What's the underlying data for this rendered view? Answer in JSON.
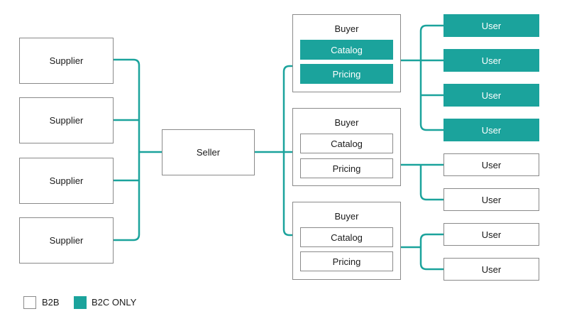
{
  "suppliers": [
    "Supplier",
    "Supplier",
    "Supplier",
    "Supplier"
  ],
  "seller": "Seller",
  "buyers": [
    {
      "title": "Buyer",
      "catalog": "Catalog",
      "pricing": "Pricing",
      "b2c_only": true
    },
    {
      "title": "Buyer",
      "catalog": "Catalog",
      "pricing": "Pricing",
      "b2c_only": false
    },
    {
      "title": "Buyer",
      "catalog": "Catalog",
      "pricing": "Pricing",
      "b2c_only": false
    }
  ],
  "users": [
    {
      "label": "User",
      "b2c_only": true
    },
    {
      "label": "User",
      "b2c_only": true
    },
    {
      "label": "User",
      "b2c_only": true
    },
    {
      "label": "User",
      "b2c_only": true
    },
    {
      "label": "User",
      "b2c_only": false
    },
    {
      "label": "User",
      "b2c_only": false
    },
    {
      "label": "User",
      "b2c_only": false
    },
    {
      "label": "User",
      "b2c_only": false
    }
  ],
  "legend": {
    "b2b": "B2B",
    "b2c_only": "B2C ONLY"
  },
  "colors": {
    "connector": "#1ba39c",
    "b2c_fill": "#1ba39c",
    "border": "#8a8a8a"
  }
}
